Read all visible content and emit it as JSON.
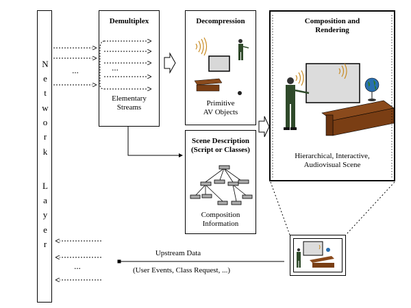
{
  "network_layer": {
    "letters": [
      "N",
      "e",
      "t",
      "w",
      "o",
      "r",
      "k",
      "L",
      "a",
      "y",
      "e",
      "r"
    ]
  },
  "demultiplex": {
    "title": "Demultiplex",
    "caption_line1": "Elementary",
    "caption_line2": "Streams",
    "ellipsis": "..."
  },
  "input_streams": {
    "ellipsis": "..."
  },
  "decompression": {
    "title": "Decompression",
    "caption_line1": "Primitive",
    "caption_line2": "AV Objects"
  },
  "scene_description": {
    "title_line1": "Scene Description",
    "title_line2": "(Script or Classes)",
    "caption_line1": "Composition",
    "caption_line2": "Information"
  },
  "composition": {
    "title_line1": "Composition and",
    "title_line2": "Rendering",
    "caption_line1": "Hierarchical, Interactive,",
    "caption_line2": "Audiovisual Scene"
  },
  "upstream": {
    "label": "Upstream Data",
    "details": "(User Events, Class Request, ...)",
    "ellipsis": "..."
  }
}
